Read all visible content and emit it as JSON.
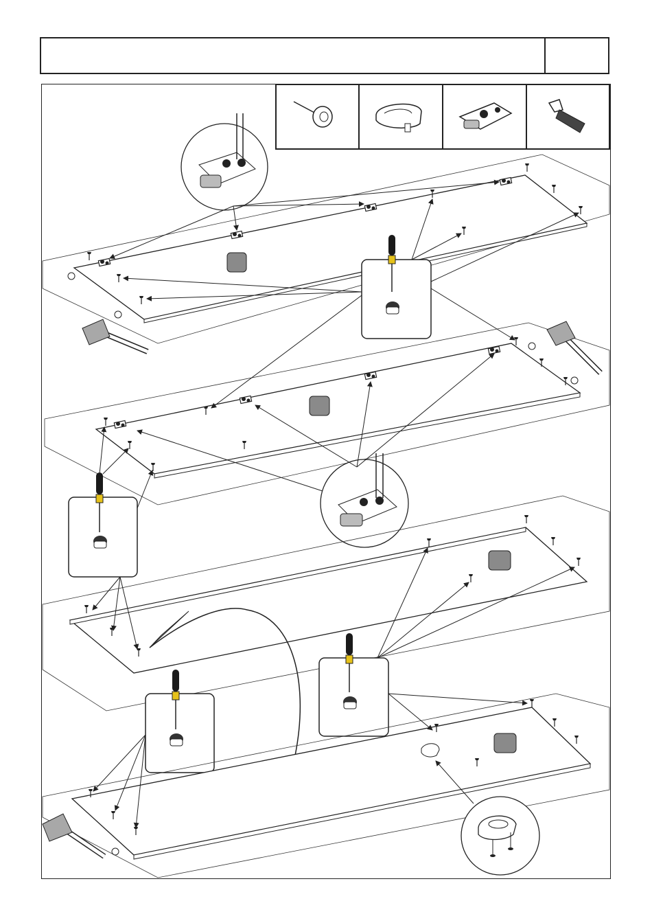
{
  "document": {
    "type": "assembly-instruction-page",
    "header": {
      "title": "",
      "page_number": ""
    }
  },
  "parts_legend": [
    {
      "name": "nail-pin",
      "icon": "nail-icon"
    },
    {
      "name": "cam-lock",
      "icon": "cam-lock-icon"
    },
    {
      "name": "hinge-plate",
      "icon": "hinge-plate-icon"
    },
    {
      "name": "dowel-screw",
      "icon": "dowel-screw-icon"
    }
  ],
  "colors": {
    "line": "#222222",
    "panel_marker": "#8a8a8a",
    "tool_grey": "#9a9a9a",
    "handle": "#1a1a1a",
    "yellow_band": "#e6c21a"
  }
}
